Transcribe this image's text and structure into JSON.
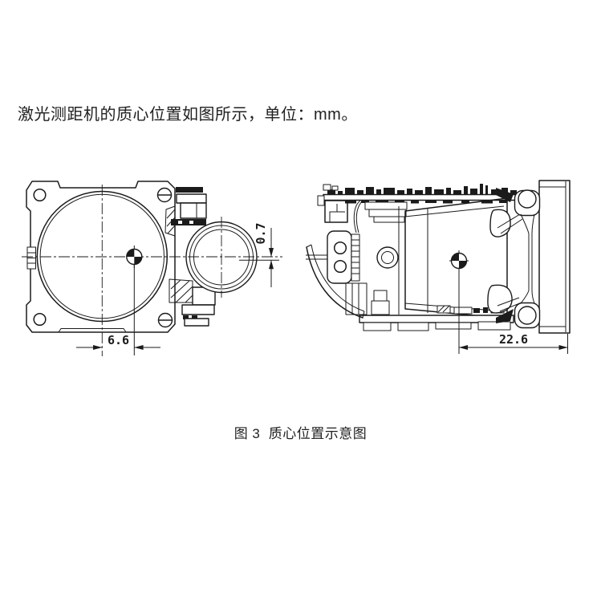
{
  "page": {
    "background": "#ffffff",
    "intro_text": "激光测距机的质心位置如图所示，单位：mm。",
    "caption": "图 3  质心位置示意图"
  },
  "figure": {
    "unit": "mm",
    "line_color": "#1b1b1b",
    "front_view": {
      "dim_centroid_offset_x": "6.6",
      "dim_centroid_offset_y": "0.7"
    },
    "side_view": {
      "dim_centroid_offset_z": "22.6"
    }
  }
}
